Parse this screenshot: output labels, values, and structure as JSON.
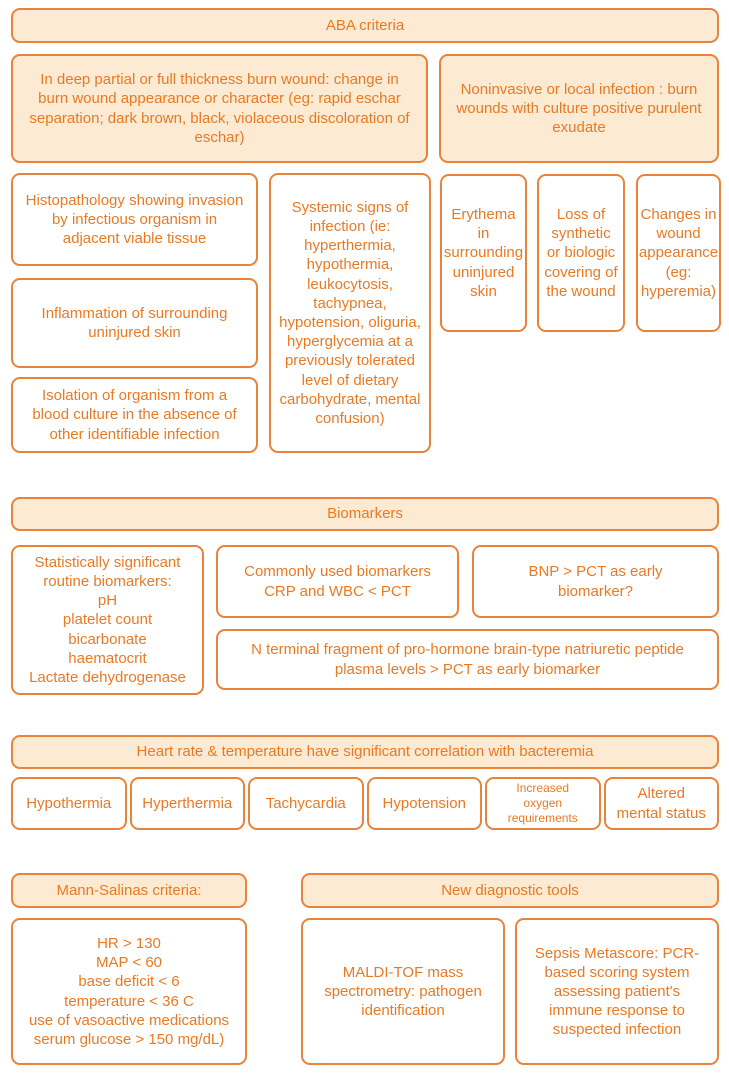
{
  "colors": {
    "border": "#E8833C",
    "fill": "#FCEBD2",
    "text": "#E87A25",
    "box_background": "#FFFFFF"
  },
  "aba": {
    "header": "ABA criteria",
    "deep_wound": "In deep partial or full thickness burn wound: change in burn wound appearance or character (eg: rapid eschar separation; dark brown, black, violaceous discoloration of eschar)",
    "noninvasive": "Noninvasive or local infection : burn wounds with culture positive purulent exudate",
    "histopathology": "Histopathology showing invasion by infectious organism in adjacent viable tissue",
    "inflammation": "Inflammation of surrounding uninjured skin",
    "isolation": "Isolation of organism from a blood culture in the absence of other identifiable infection",
    "systemic": "Systemic signs of infection (ie: hyperthermia, hypothermia, leukocytosis, tachypnea, hypotension, oliguria, hyperglycemia at a previously tolerated level of dietary carbohydrate, mental confusion)",
    "erythema": "Erythema in surrounding uninjured skin",
    "loss_covering": "Loss of synthetic or biologic covering of the wound",
    "changes_appearance": "Changes in wound appearance (eg: hyperemia)"
  },
  "biomarkers": {
    "header": "Biomarkers",
    "routine_title": "Statistically significant routine biomarkers:",
    "routine_items": [
      "pH",
      "platelet count",
      "bicarbonate",
      "haematocrit",
      "Lactate dehydrogenase"
    ],
    "commonly_used": "Commonly used biomarkers CRP and WBC < PCT",
    "bnp": "BNP > PCT as early biomarker?",
    "nt_fragment": "N terminal fragment of pro-hormone brain-type natriuretic peptide plasma levels > PCT as early biomarker"
  },
  "vitals": {
    "header": "Heart rate &  temperature have  significant correlation with bacteremia",
    "items": [
      "Hypothermia",
      "Hyperthermia",
      "Tachycardia",
      "Hypotension",
      "Increased oxygen requirements",
      "Altered mental status"
    ]
  },
  "mann_salinas": {
    "header": "Mann-Salinas criteria:",
    "criteria": [
      "HR > 130",
      "MAP < 60",
      "base deficit < 6",
      "temperature < 36 C",
      "use of vasoactive medications",
      "serum glucose > 150 mg/dL)"
    ]
  },
  "diagnostics": {
    "header": "New diagnostic tools",
    "maldi": "MALDI-TOF mass spectrometry: pathogen identification",
    "sepsis": "Sepsis Metascore: PCR-based scoring system assessing patient's immune response to suspected infection"
  }
}
